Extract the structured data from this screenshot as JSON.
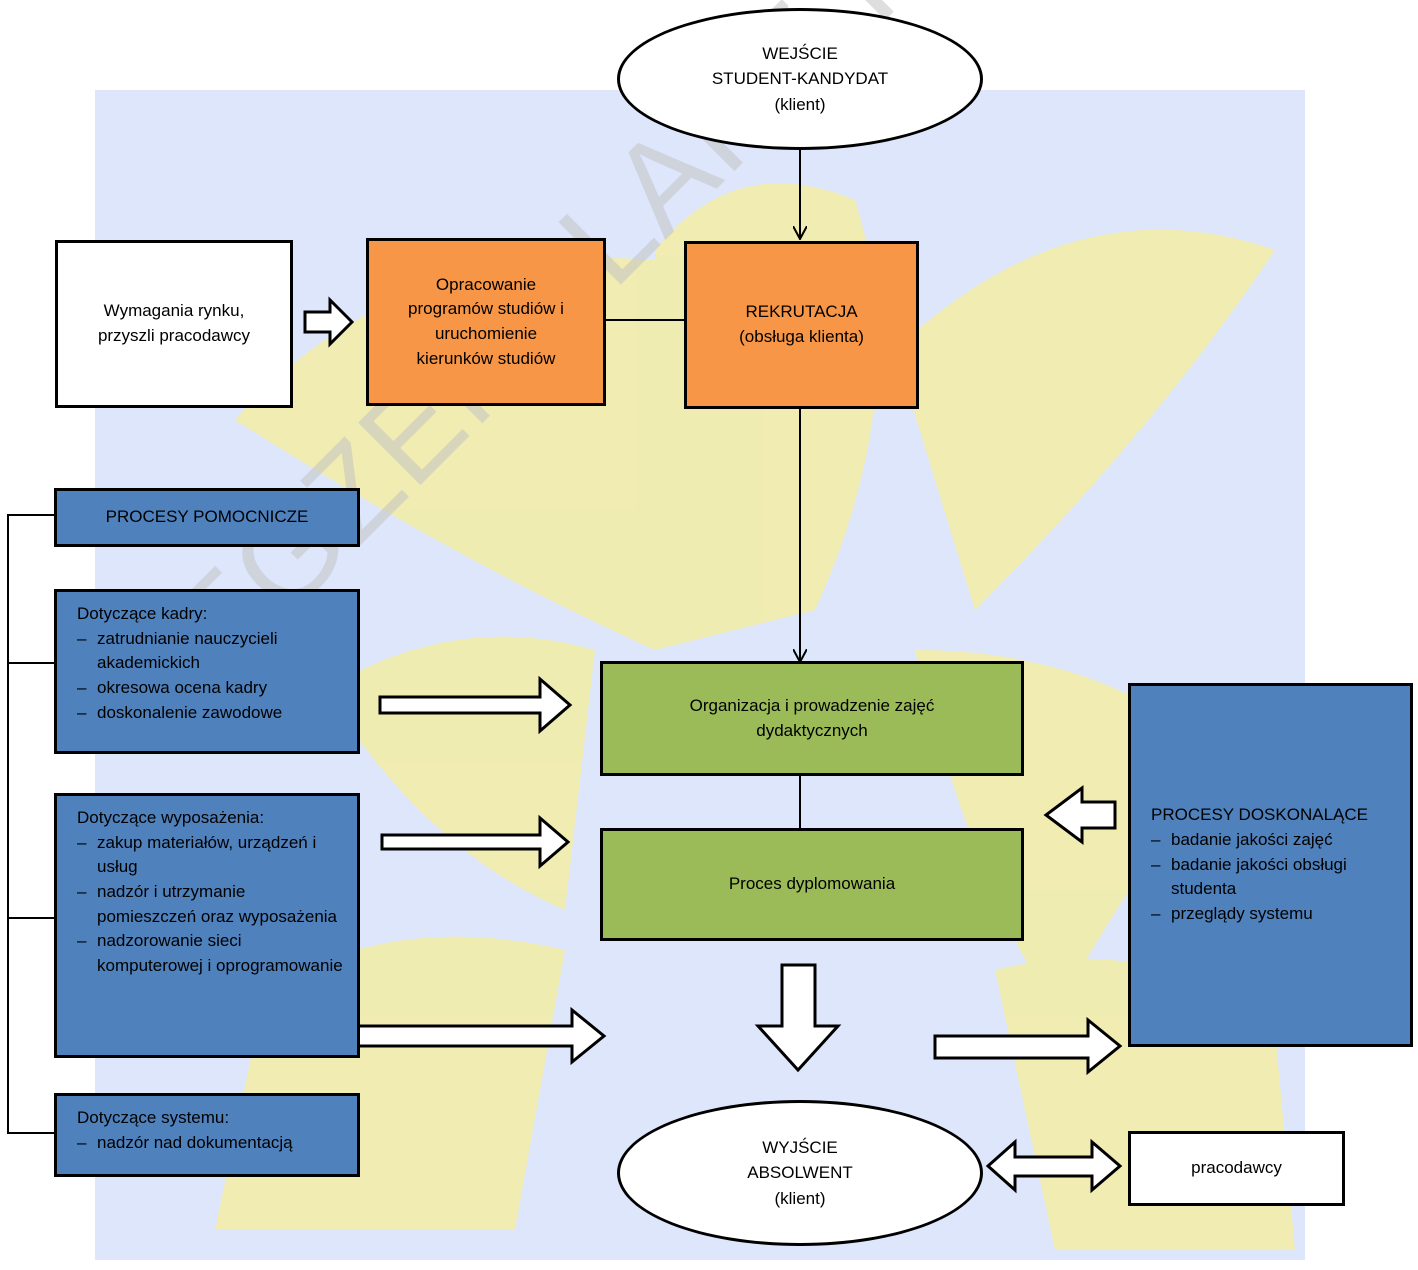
{
  "start": {
    "line1": "WEJŚCIE",
    "line2": "STUDENT-KANDYDAT",
    "line3": "(klient)"
  },
  "market": {
    "line1": "Wymagania rynku,",
    "line2": "przyszli pracodawcy"
  },
  "programs": {
    "line1": "Opracowanie",
    "line2": "programów studiów i",
    "line3": "uruchomienie",
    "line4": "kierunków studiów"
  },
  "recruitment": {
    "line1": "REKRUTACJA",
    "line2": "(obsługa klienta)"
  },
  "support_title": "PROCESY POMOCNICZE",
  "staff": {
    "title": "Dotyczące kadry:",
    "items": [
      "zatrudnianie nauczycieli akademickich",
      "okresowa ocena kadry",
      "doskonalenie zawodowe"
    ]
  },
  "equipment": {
    "title": "Dotyczące wyposażenia:",
    "items": [
      "zakup materiałów, urządzeń i usług",
      "nadzór i utrzymanie pomieszczeń oraz wyposażenia",
      "nadzorowanie sieci komputerowej i oprogramowanie"
    ]
  },
  "system": {
    "title": "Dotyczące systemu:",
    "items": [
      "nadzór nad dokumentacją"
    ]
  },
  "teaching": {
    "line1": "Organizacja i prowadzenie zajęć",
    "line2": "dydaktycznych"
  },
  "diploma": "Proces dyplomowania",
  "improvement": {
    "title": "PROCESY DOSKONALĄCE",
    "items": [
      "badanie jakości zajęć",
      "badanie jakości obsługi studenta",
      "przeglądy systemu"
    ]
  },
  "end": {
    "line1": "WYJŚCIE",
    "line2": "ABSOLWENT",
    "line3": "(klient)"
  },
  "employers": "pracodawcy",
  "watermark": "EGZEMPLARZ INFORMACYJNY",
  "colors": {
    "background": "#dde6fb",
    "watermark_eagle": "#f4ec91",
    "process_orange": "#f79646",
    "process_green": "#9bbb59",
    "support_blue": "#4f81bd"
  }
}
